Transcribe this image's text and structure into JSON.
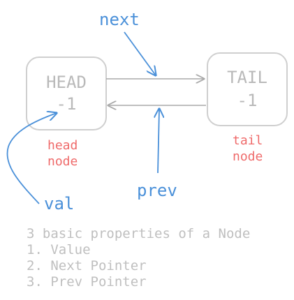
{
  "nodes": {
    "head": {
      "title": "HEAD",
      "value": "-1",
      "caption_line1": "head",
      "caption_line2": "node"
    },
    "tail": {
      "title": "TAIL",
      "value": "-1",
      "caption_line1": "tail",
      "caption_line2": "node"
    }
  },
  "labels": {
    "next": "next",
    "prev": "prev",
    "val": "val"
  },
  "notes": {
    "title": "3 basic properties of a Node",
    "items": [
      "1. Value",
      "2. Next Pointer",
      "3. Prev Pointer"
    ]
  },
  "colors": {
    "box_stroke": "#cfcfcf",
    "node_text": "#b9b9b9",
    "caption_red": "#ef6a6a",
    "pointer_blue": "#4a90d9",
    "link_gray": "#a9a9a9",
    "notes_gray": "#bfbfbf"
  }
}
